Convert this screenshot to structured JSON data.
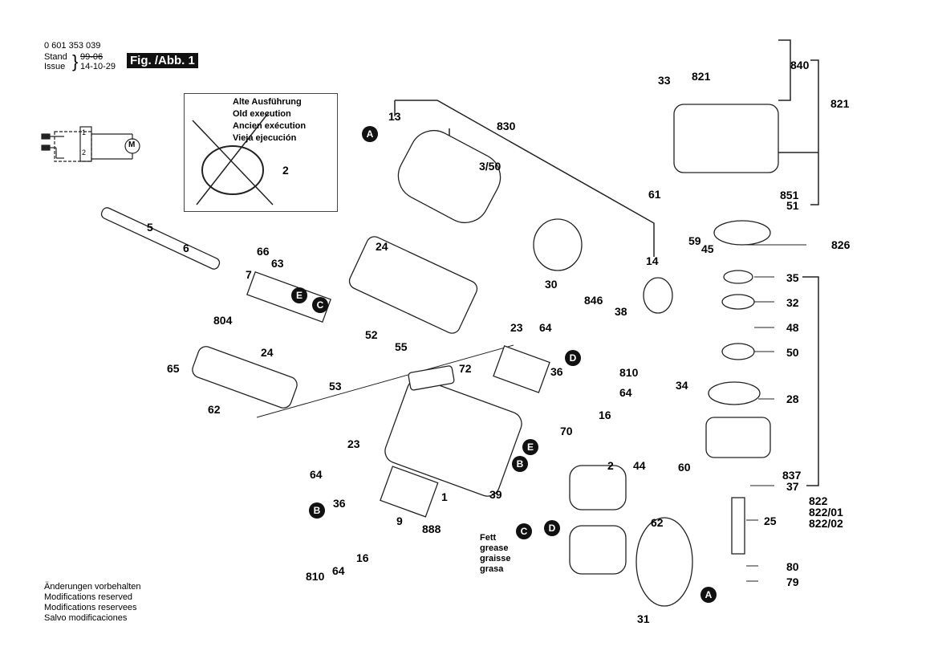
{
  "header": {
    "part_number": "0 601 353 039",
    "stand_label": "Stand",
    "stand_value": "99-06",
    "issue_label": "Issue",
    "issue_value": "14-10-29",
    "figure_label": "Fig. /Abb. 1"
  },
  "old_execution_box": {
    "lines": [
      "Alte Ausführung",
      "Old execution",
      "Ancien exécution",
      "Vieja ejecución"
    ],
    "part_label": "2"
  },
  "circuit": {
    "motor_label": "M",
    "terminal_1": "1",
    "terminal_2": "2"
  },
  "footer_notes": [
    "Änderungen vorbehalten",
    "Modifications reserved",
    "Modifications reservees",
    "Salvo modificaciones"
  ],
  "grease_note": [
    "Fett",
    "grease",
    "graisse",
    "grasa"
  ],
  "badges": {
    "A": "A",
    "B": "B",
    "C": "C",
    "D": "D",
    "E": "E"
  },
  "part_labels": {
    "p13": "13",
    "p830": "830",
    "p3_50": "3/50",
    "p30": "30",
    "p846": "846",
    "p14": "14",
    "p38": "38",
    "p33": "33",
    "p840": "840",
    "p821a": "821",
    "p821b": "821",
    "p61": "61",
    "p851": "851",
    "p51": "51",
    "p59": "59",
    "p45": "45",
    "p826": "826",
    "p35": "35",
    "p32": "32",
    "p48": "48",
    "p50": "50",
    "p34": "34",
    "p28": "28",
    "p60": "60",
    "p837": "837",
    "p37": "37",
    "p822": "822",
    "p822_01": "822/01",
    "p822_02": "822/02",
    "p25": "25",
    "p80": "80",
    "p79": "79",
    "p5": "5",
    "p6": "6",
    "p66": "66",
    "p63": "63",
    "p7": "7",
    "p804": "804",
    "p24a": "24",
    "p24b": "24",
    "p52": "52",
    "p53": "53",
    "p55": "55",
    "p65": "65",
    "p62a": "62",
    "p23a": "23",
    "p64a": "64",
    "p72": "72",
    "p36a": "36",
    "p810a": "810",
    "p64b": "64",
    "p16a": "16",
    "p70": "70",
    "p23b": "23",
    "p64c": "64",
    "p36b": "36",
    "p16b": "16",
    "p810b": "810",
    "p64d": "64",
    "p9": "9",
    "p1": "1",
    "p888": "888",
    "p39": "39",
    "p2": "2",
    "p44": "44",
    "p62b": "62",
    "p31": "31"
  }
}
